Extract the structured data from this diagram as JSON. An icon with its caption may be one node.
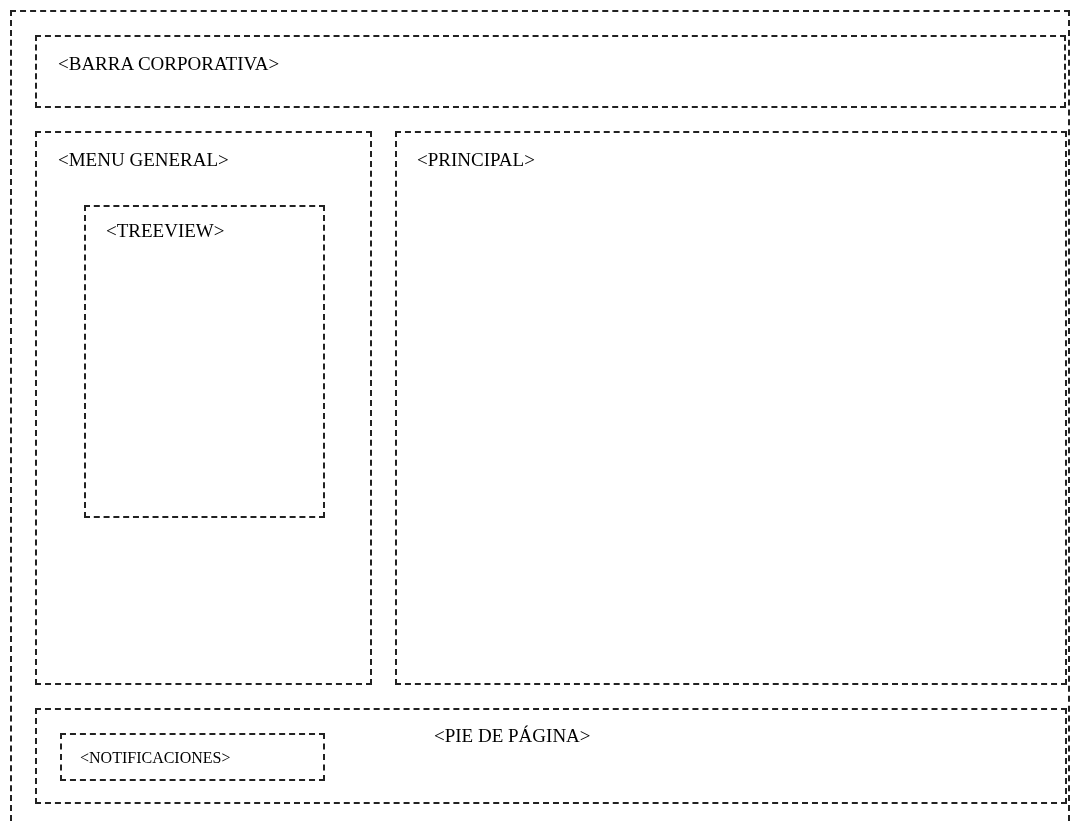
{
  "diagram": {
    "nodes": [
      {
        "text": [],
        "shape": "box"
      },
      {
        "text": [
          "<BARRA CORPORATIVA>"
        ],
        "in": 0
      },
      {
        "text": [
          "<MENU GENERAL>"
        ],
        "in": 0
      },
      {
        "text": [
          "<TREEVIEW>"
        ],
        "in": 2
      },
      {
        "text": [
          "<PRINCIPAL>"
        ],
        "in": 0
      },
      {
        "text": [
          "<PIE DE PÁGINA>"
        ],
        "in": 0
      },
      {
        "text": [
          "<NOTIFICACIONES>"
        ],
        "in": 5
      }
    ]
  }
}
